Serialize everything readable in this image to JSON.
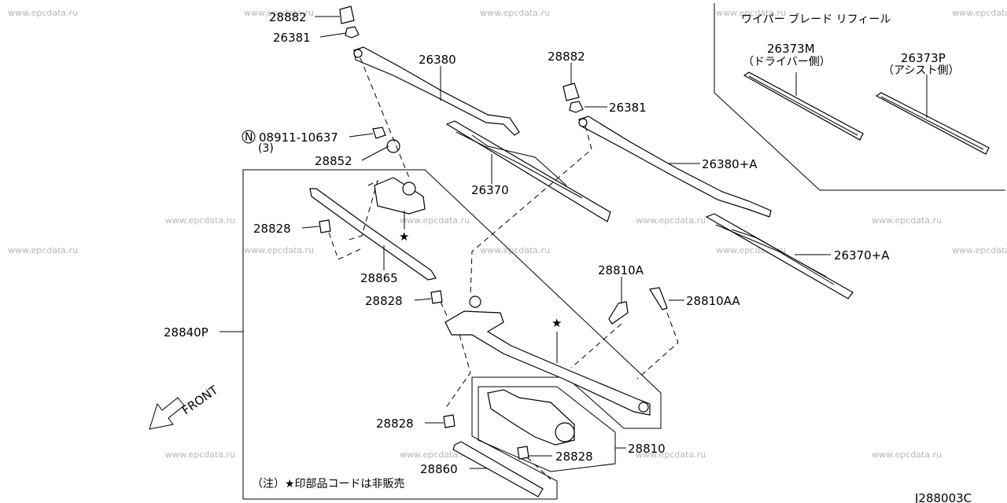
{
  "watermark": "www.epcdata.ru",
  "refill_title": "ワイパー ブレード リフィール",
  "labels": {
    "p28882_a": "28882",
    "p26381_a": "26381",
    "p26380": "26380",
    "p28882_b": "28882",
    "p26381_b": "26381",
    "p26380a": "26380+A",
    "p26370": "26370",
    "p26370a": "26370+A",
    "bolt_prefix": "N",
    "bolt_code": "08911-10637",
    "bolt_qty": "(3)",
    "p28852": "28852",
    "p28828_a": "28828",
    "p28865": "28865",
    "p28828_b": "28828",
    "p28840p": "28840P",
    "p28810a": "28810A",
    "p28810aa": "28810AA",
    "p28828_c": "28828",
    "p28860": "28860",
    "p28828_d": "28828",
    "p28810": "28810",
    "p26373m": "26373M",
    "p26373m_sub": "（ドライバー側）",
    "p26373p": "26373P",
    "p26373p_sub": "（アシスト側）",
    "star": "★"
  },
  "front_label": "FRONT",
  "note": "（注）★印部品コードは非販売",
  "diagram_code": "J288003C"
}
